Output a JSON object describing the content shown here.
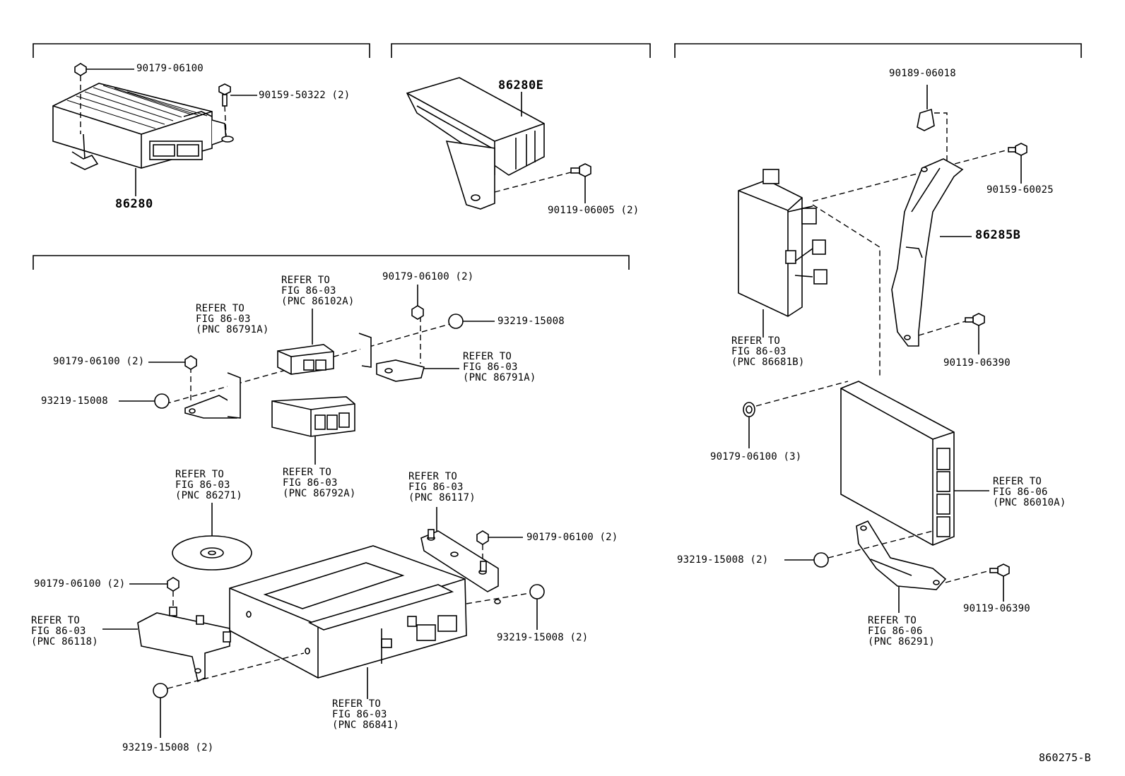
{
  "diagram_id": "860275-B",
  "labels": {
    "p1_nut": "90179-06100",
    "p1_bolt": "90159-50322 (2)",
    "p1_part": "86280",
    "p2_part": "86280E",
    "p2_bolt": "90119-06005 (2)",
    "p3_ref_86102a": "REFER TO\nFIG 86-03\n(PNC 86102A)",
    "p3_nut_top": "90179-06100 (2)",
    "p3_ref_86791a_left": "REFER TO\nFIG 86-03\n(PNC 86791A)",
    "p3_screw_top": "93219-15008",
    "p3_nut_left": "90179-06100 (2)",
    "p3_ref_86791a_right": "REFER TO\nFIG 86-03\n(PNC 86791A)",
    "p3_screw_left": "93219-15008",
    "p3_ref_86792a": "REFER TO\nFIG 86-03\n(PNC 86792A)",
    "p3_ref_86271": "REFER TO\nFIG 86-03\n(PNC 86271)",
    "p3_ref_86117": "REFER TO\nFIG 86-03\n(PNC 86117)",
    "p3_nut_right": "90179-06100 (2)",
    "p3_nut_bottom": "90179-06100 (2)",
    "p3_ref_86118": "REFER TO\nFIG 86-03\n(PNC 86118)",
    "p3_screw_right": "93219-15008 (2)",
    "p3_screw_bottom": "93219-15008 (2)",
    "p3_ref_86841": "REFER TO\nFIG 86-03\n(PNC 86841)",
    "p4_clip": "90189-06018",
    "p4_bolt_top": "90159-60025",
    "p4_bracket": "86285B",
    "p4_ref_86681b": "REFER TO\nFIG 86-03\n(PNC 86681B)",
    "p4_bolt_mid": "90119-06390",
    "p4_nut": "90179-06100 (3)",
    "p4_ref_86010a": "REFER TO\nFIG 86-06\n(PNC 86010A)",
    "p4_screw": "93219-15008 (2)",
    "p4_bolt_bottom": "90119-06390",
    "p4_ref_86291": "REFER TO\nFIG 86-06\n(PNC 86291)"
  }
}
